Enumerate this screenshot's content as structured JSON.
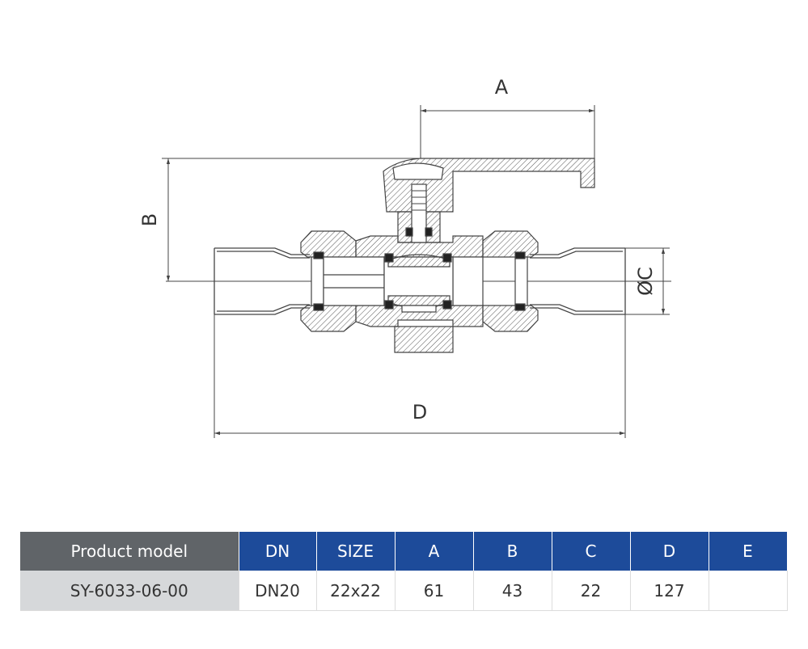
{
  "drawing": {
    "dimension_labels": {
      "a": "A",
      "b": "B",
      "c": "ØC",
      "d": "D"
    }
  },
  "table": {
    "headers": [
      "Product model",
      "DN",
      "SIZE",
      "A",
      "B",
      "C",
      "D",
      "E"
    ],
    "rows": [
      [
        "SY-6033-06-00",
        "DN20",
        "22x22",
        "61",
        "43",
        "22",
        "127",
        ""
      ]
    ]
  }
}
